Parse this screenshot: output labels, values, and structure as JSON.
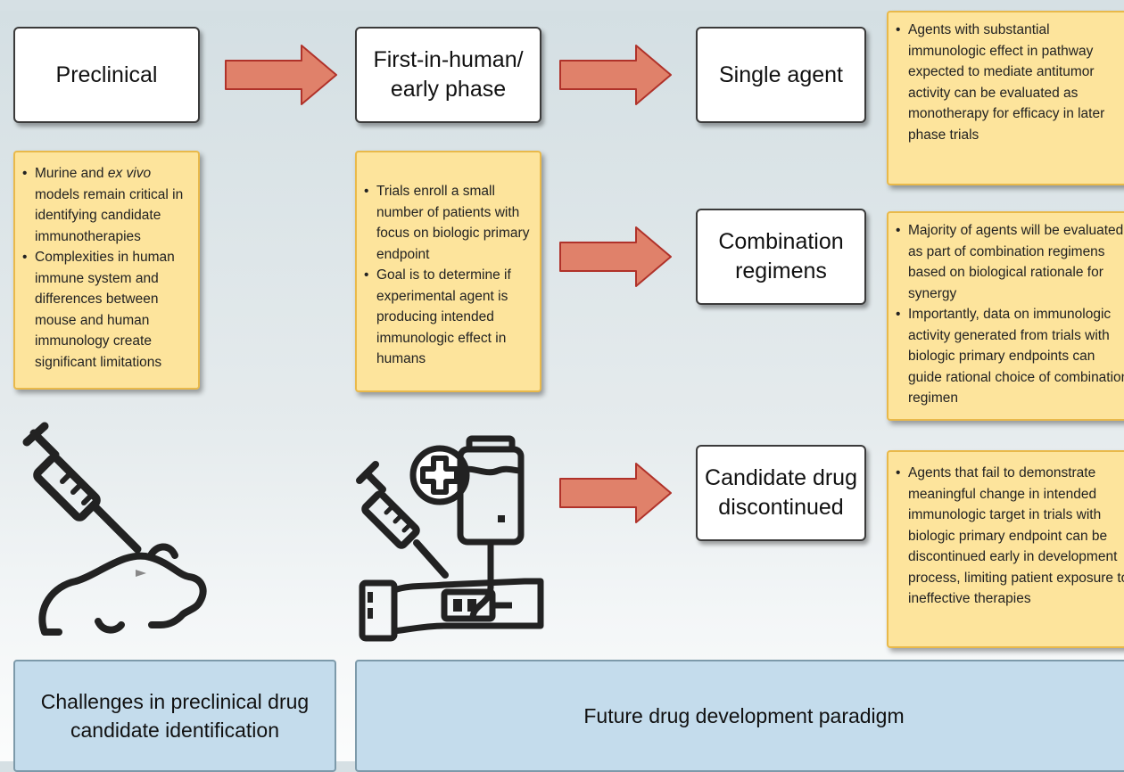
{
  "stages": {
    "preclinical": "Preclinical",
    "first_in_human": "First-in-human/ early phase",
    "single_agent": "Single agent",
    "combination": "Combination regimens",
    "discontinued": "Candidate drug discontinued"
  },
  "notes": {
    "preclinical": [
      {
        "pre": "Murine and ",
        "em": "ex vivo",
        "post": " models remain critical in identifying candidate immunotherapies"
      },
      {
        "pre": "Complexities in human immune system and differences between mouse and human immunology create significant limitations",
        "em": "",
        "post": ""
      }
    ],
    "early_phase": [
      "Trials enroll a small number of patients with focus on biologic primary endpoint",
      "Goal is to determine if experimental agent is producing intended immunologic effect in humans"
    ],
    "single_agent": [
      "Agents with substantial immunologic effect in pathway expected to mediate antitumor activity can be evaluated as monotherapy for efficacy in later phase trials"
    ],
    "combination": [
      "Majority of agents will be evaluated as part of combination regimens based on biological rationale for synergy",
      "Importantly, data on immunologic activity generated from trials with biologic primary endpoints can guide rational choice of combination regimen"
    ],
    "discontinued": [
      "Agents that fail to demonstrate meaningful change in intended immunologic target in trials with biologic primary endpoint can be discontinued early in development process, limiting patient exposure to ineffective therapies"
    ]
  },
  "footers": {
    "left": "Challenges in preclinical drug candidate identification",
    "right": "Future drug development paradigm"
  },
  "colors": {
    "arrow_fill": "#e0816a",
    "arrow_stroke": "#b0322a",
    "note_fill": "#fde49c",
    "note_border": "#e9b94a",
    "footer_fill": "#c4dcec",
    "icon_stroke": "#222222"
  },
  "icons": {
    "preclinical": [
      "syringe-icon",
      "mouse-icon"
    ],
    "early_phase": [
      "syringe-icon",
      "medical-cross-icon",
      "iv-bag-icon",
      "arm-icon"
    ]
  }
}
